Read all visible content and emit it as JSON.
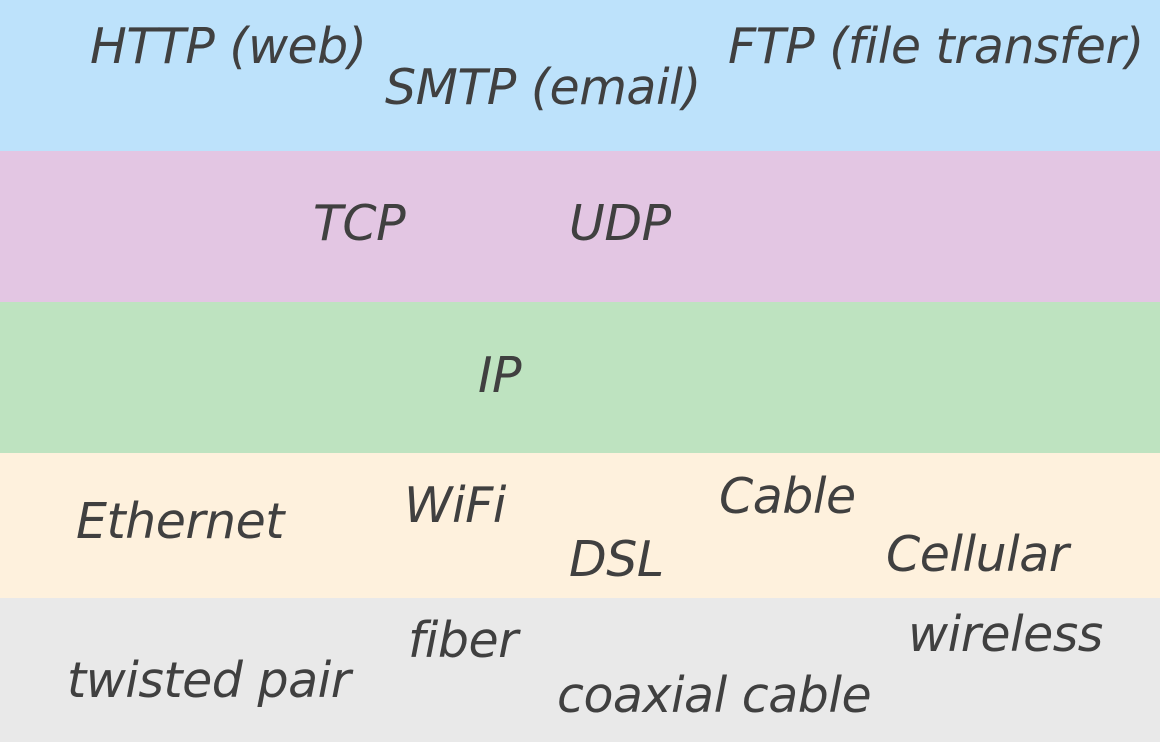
{
  "colors": {
    "application": "#bde2fb",
    "transport": "#e3c6e3",
    "network": "#bee3c0",
    "link": "#fef1dd",
    "physical": "#e9e9e9",
    "text": "#404040"
  },
  "layers": {
    "application": {
      "items": [
        "HTTP (web)",
        "SMTP (email)",
        "FTP (file transfer)"
      ]
    },
    "transport": {
      "items": [
        "TCP",
        "UDP"
      ]
    },
    "network": {
      "items": [
        "IP"
      ]
    },
    "link": {
      "items": [
        "Ethernet",
        "WiFi",
        "DSL",
        "Cable",
        "Cellular"
      ]
    },
    "physical": {
      "items": [
        "twisted pair",
        "fiber",
        "coaxial cable",
        "wireless"
      ]
    }
  }
}
